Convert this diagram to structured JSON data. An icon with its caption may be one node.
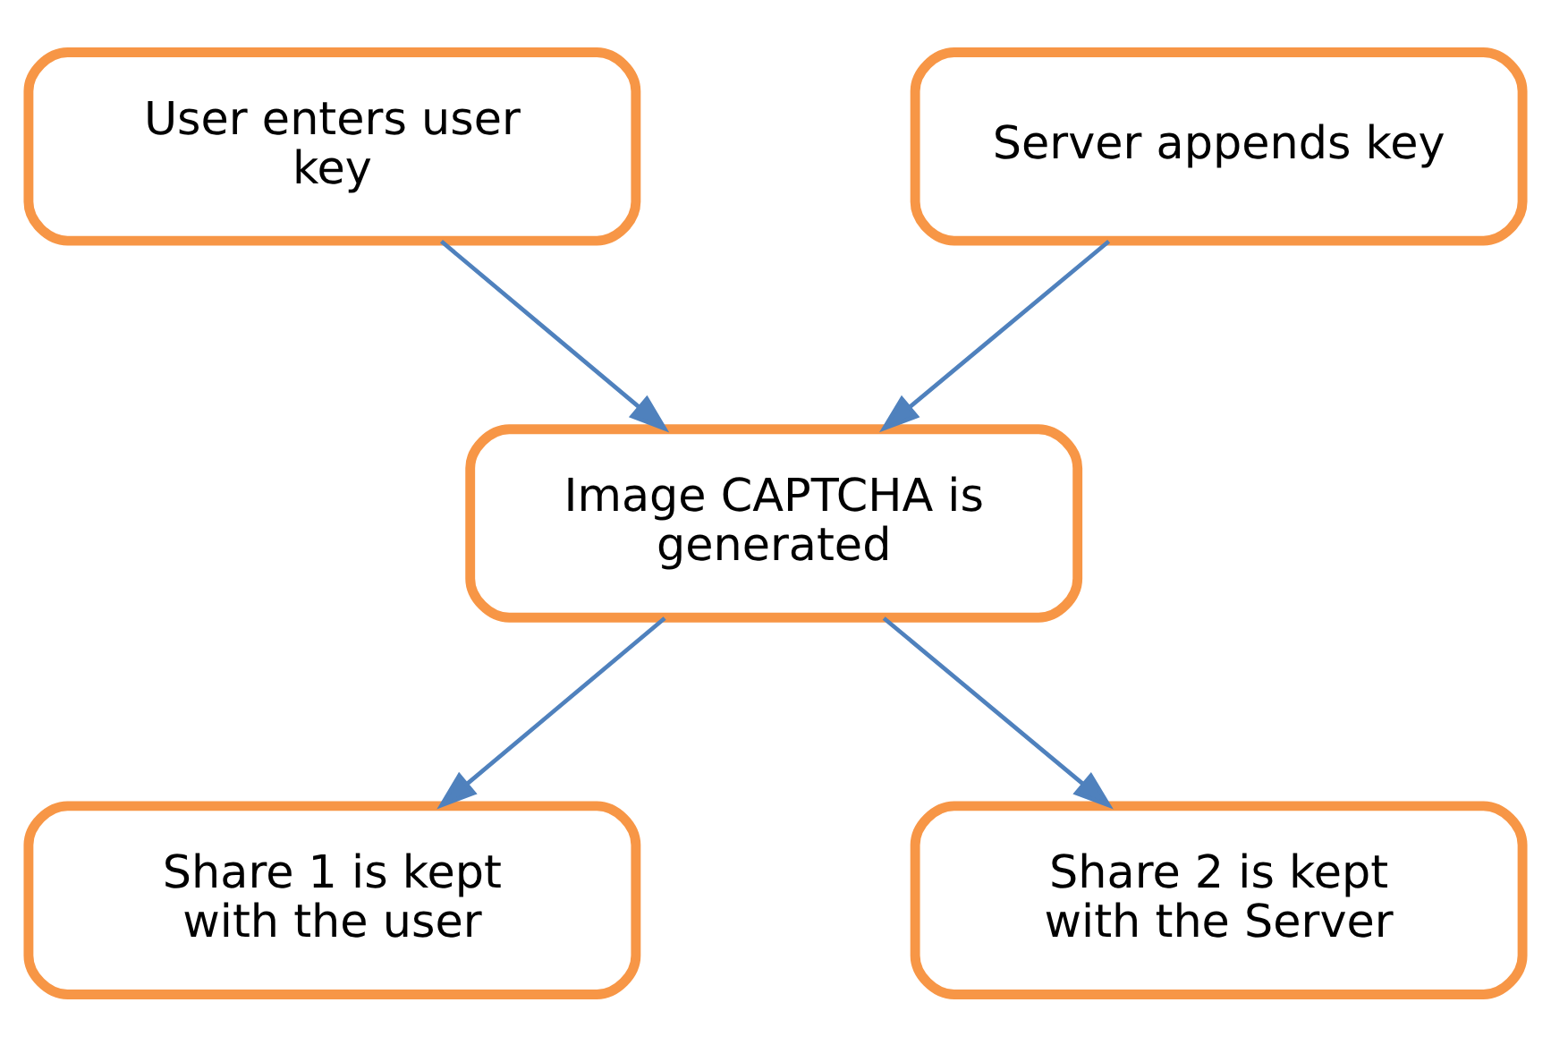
{
  "diagram": {
    "nodes": [
      {
        "text": [
          "User enters user key"
        ]
      },
      {
        "text": [
          "Server appends key"
        ]
      },
      {
        "text": [
          "Image CAPTCHA is generated"
        ]
      },
      {
        "text": [
          "Share 1 is kept with the user"
        ]
      },
      {
        "text": [
          "Share 2 is kept with the Server"
        ]
      }
    ],
    "edges": [
      {
        "from": 0,
        "to": 2,
        "arrow": "to"
      },
      {
        "from": 1,
        "to": 2,
        "arrow": "to"
      },
      {
        "from": 2,
        "to": 3,
        "arrow": "to"
      },
      {
        "from": 2,
        "to": 4,
        "arrow": "to"
      }
    ]
  }
}
